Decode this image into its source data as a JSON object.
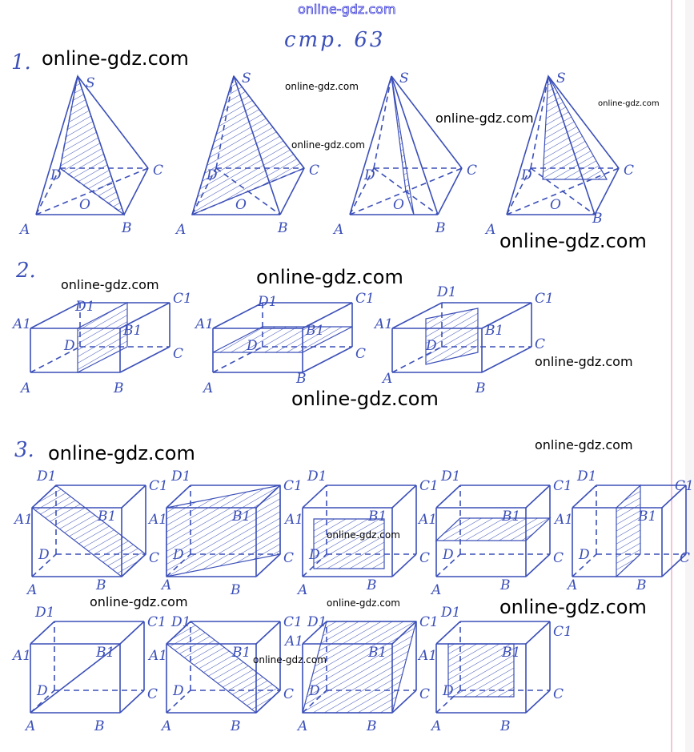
{
  "header": {
    "watermark": "online-gdz.com",
    "page_ref": "стр. 63"
  },
  "problems": [
    {
      "number": "1."
    },
    {
      "number": "2."
    },
    {
      "number": "3."
    }
  ],
  "pyramid_labels": {
    "apex": "S",
    "a": "A",
    "b": "B",
    "c": "C",
    "d": "D",
    "o": "O"
  },
  "prism_labels": {
    "a": "A",
    "b": "B",
    "c": "C",
    "d": "D",
    "a1": "A1",
    "b1": "B1",
    "c1": "C1",
    "d1": "D1"
  },
  "watermarks": [
    "online-gdz.com",
    "online-gdz.com",
    "online-gdz.com",
    "online-gdz.com",
    "online-gdz.com",
    "online-gdz.com",
    "online-gdz.com",
    "online-gdz.com",
    "online-gdz.com",
    "online-gdz.com",
    "online-gdz.com",
    "online-gdz.com",
    "online-gdz.com",
    "online-gdz.com",
    "online-gdz.com",
    "online-gdz.com",
    "online-gdz.com"
  ],
  "colors": {
    "ink": "#3b4fb8",
    "watermark_outline": "#3a3ad8"
  }
}
